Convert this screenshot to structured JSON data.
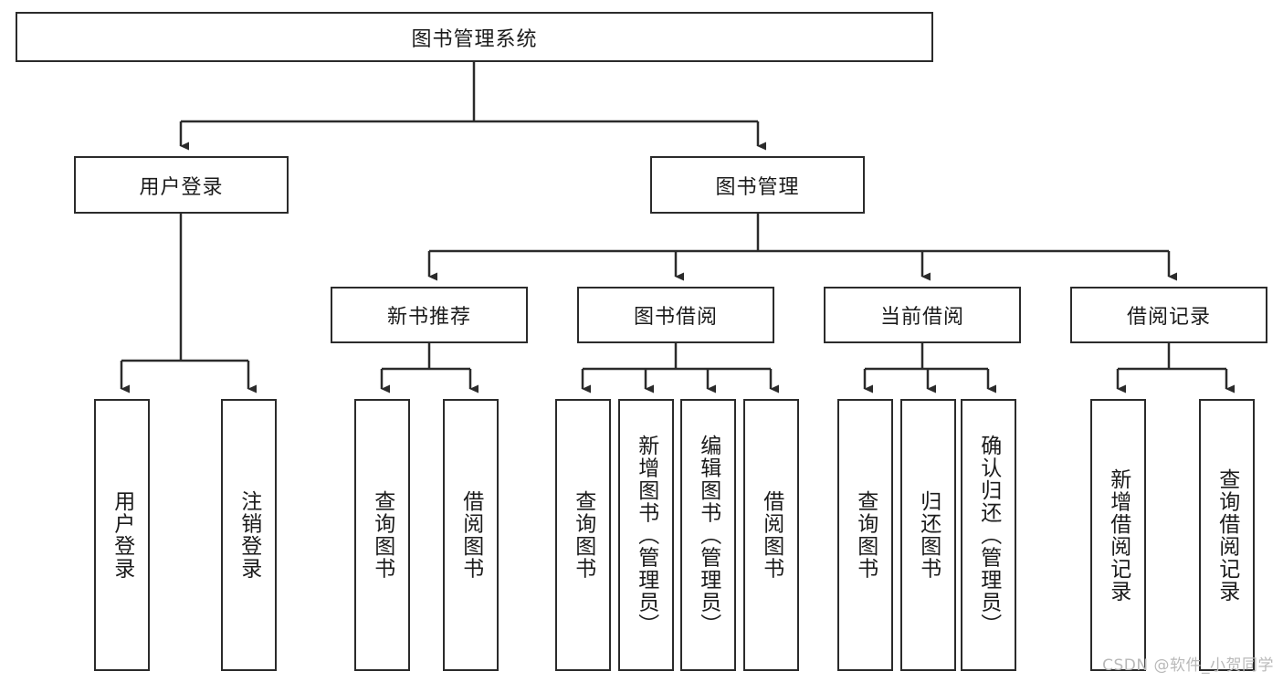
{
  "diagram": {
    "type": "hierarchy-tree",
    "title": "图书管理系统",
    "watermark": "CSDN @软件_小贺同学",
    "colors": {
      "stroke": "#2b2b2b",
      "fill": "#ffffff",
      "text": "#1b1b1b",
      "watermark": "#b9b9b9"
    },
    "levels": {
      "root": {
        "label": "图书管理系统"
      },
      "level2": [
        {
          "label": "用户登录"
        },
        {
          "label": "图书管理"
        }
      ],
      "level3": [
        {
          "label": "新书推荐"
        },
        {
          "label": "图书借阅"
        },
        {
          "label": "当前借阅"
        },
        {
          "label": "借阅记录"
        }
      ],
      "leaves": {
        "user_login": [
          {
            "label": "用户登录"
          },
          {
            "label": "注销登录"
          }
        ],
        "new_book_recommend": [
          {
            "label": "查询图书"
          },
          {
            "label": "借阅图书"
          }
        ],
        "book_borrow": [
          {
            "label": "查询图书"
          },
          {
            "label": "新增图书（管理员）"
          },
          {
            "label": "编辑图书（管理员）"
          },
          {
            "label": "借阅图书"
          }
        ],
        "current_borrow": [
          {
            "label": "查询图书"
          },
          {
            "label": "归还图书"
          },
          {
            "label": "确认归还（管理员）"
          }
        ],
        "borrow_record": [
          {
            "label": "新增借阅记录"
          },
          {
            "label": "查询借阅记录"
          }
        ]
      }
    }
  }
}
